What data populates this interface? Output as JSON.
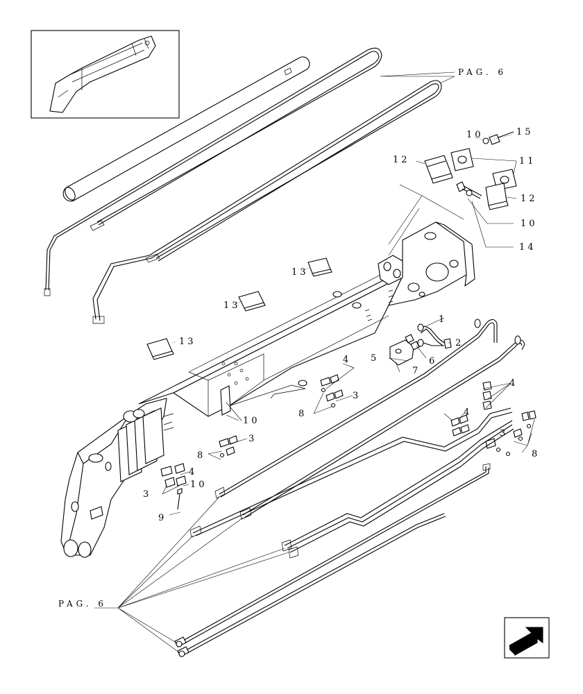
{
  "labels": {
    "pag_top": "PAG. 6",
    "pag_bottom": "PAG. 6",
    "n1": "1",
    "n2": "2",
    "n3a": "3",
    "n3b": "3",
    "n3c": "3",
    "n3d": "3",
    "n4a": "4",
    "n4b": "4",
    "n4c": "4",
    "n4d": "4",
    "n5": "5",
    "n6": "6",
    "n7": "7",
    "n8a": "8",
    "n8b": "8",
    "n8c": "8",
    "n9": "9",
    "n10a": "10",
    "n10b": "10",
    "n10c": "10",
    "n10d": "10",
    "n11": "11",
    "n12a": "12",
    "n12b": "12",
    "n13a": "13",
    "n13b": "13",
    "n13c": "13",
    "n14": "14",
    "n15": "15"
  },
  "icons": {
    "inset": "boom-overview-inset",
    "nav": "next-page-arrow-icon"
  }
}
